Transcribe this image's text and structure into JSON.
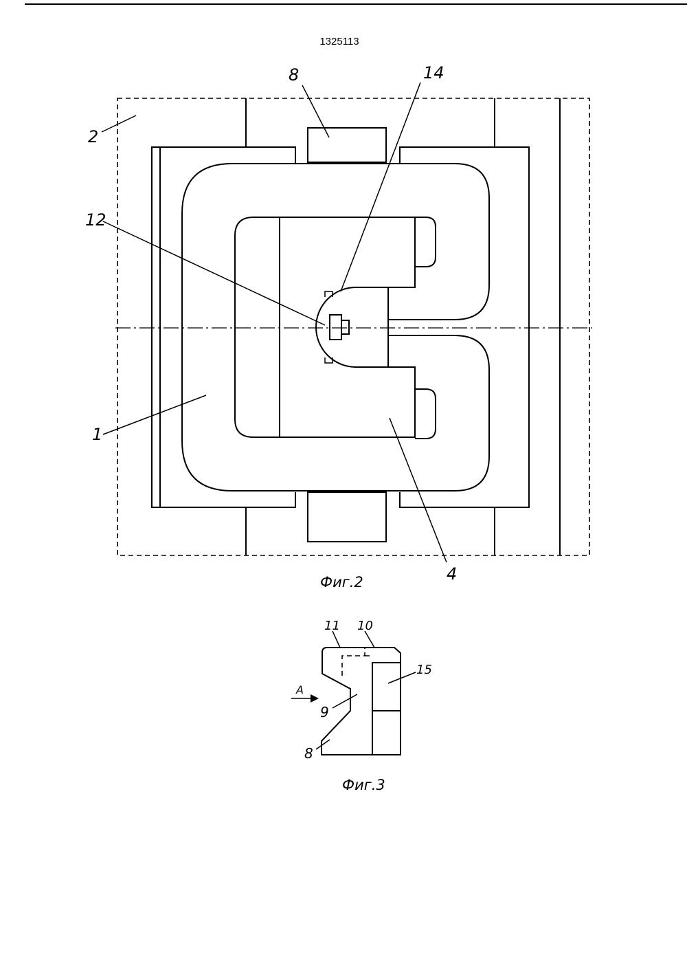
{
  "patent_number": "1325113",
  "figure2": {
    "caption": "Фиг.2",
    "labels": {
      "l8": "8",
      "l14": "14",
      "l2": "2",
      "l12": "12",
      "l1": "1",
      "l4": "4"
    }
  },
  "figure3": {
    "caption": "Фиг.3",
    "labels": {
      "l11": "11",
      "l10": "10",
      "l15": "15",
      "lA": "A",
      "l9": "9",
      "l8": "8"
    }
  }
}
